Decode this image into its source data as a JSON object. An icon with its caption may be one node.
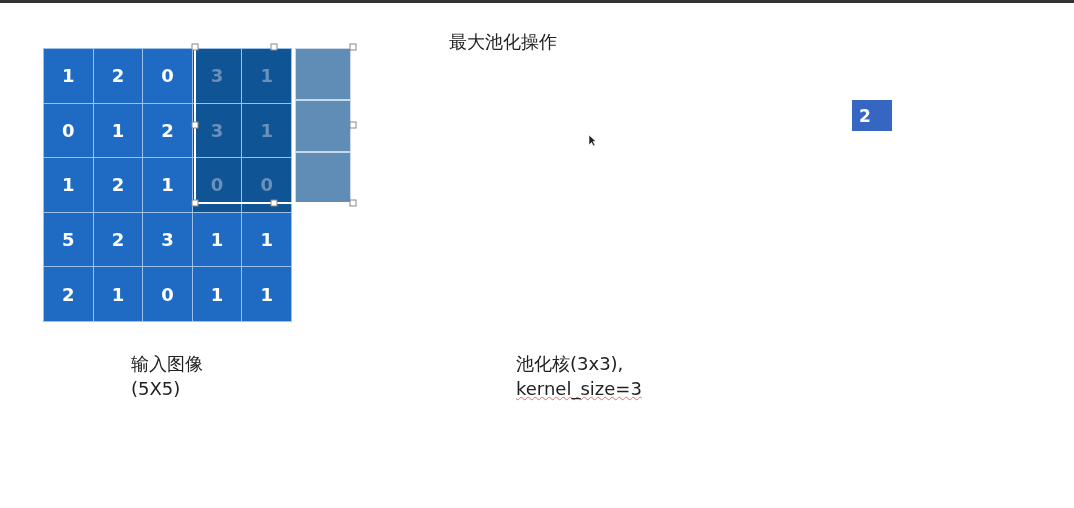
{
  "diagram": {
    "title": "最大池化操作",
    "labels": [
      "1",
      "2",
      "0",
      "3",
      "1",
      "0",
      "1",
      "2",
      "3",
      "1",
      "1",
      "2",
      "1",
      "0",
      "0",
      "5",
      "2",
      "3",
      "1",
      "1",
      "2",
      "1",
      "0",
      "1",
      "1",
      "2",
      "输入图像",
      "(5X5)",
      "池化核(3x3),",
      "kernel_size=3"
    ]
  }
}
